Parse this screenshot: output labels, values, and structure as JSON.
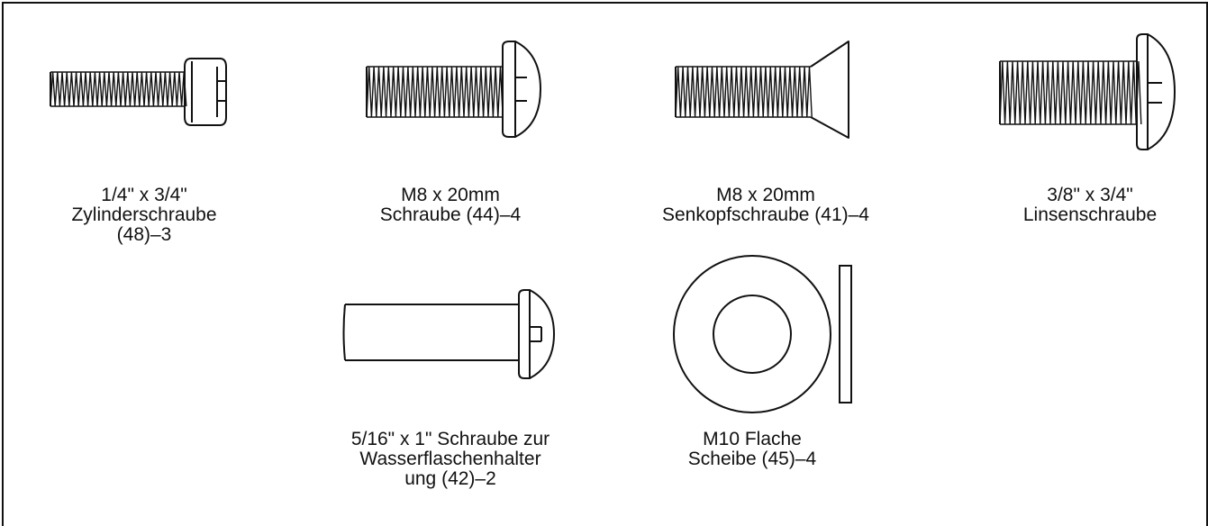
{
  "parts": [
    {
      "id": "cap-screw",
      "lines": [
        "1/4\" x 3/4\"",
        "Zylinderschraube",
        "(48)–3"
      ]
    },
    {
      "id": "screw-44",
      "lines": [
        "M8 x 20mm",
        "Schraube (44)–4"
      ]
    },
    {
      "id": "flat-head-screw",
      "lines": [
        "M8 x 20mm",
        "Senkopfschraube (41)–4"
      ]
    },
    {
      "id": "button-screw",
      "lines": [
        "3/8\" x 3/4\"",
        "Linsenschraube"
      ]
    },
    {
      "id": "bottle-holder-screw",
      "lines": [
        "5/16\" x 1\" Schraube zur",
        "Wasserflaschenhalter",
        "ung (42)–2"
      ]
    },
    {
      "id": "flat-washer",
      "lines": [
        "M10 Flache",
        "Scheibe (45)–4"
      ]
    }
  ]
}
